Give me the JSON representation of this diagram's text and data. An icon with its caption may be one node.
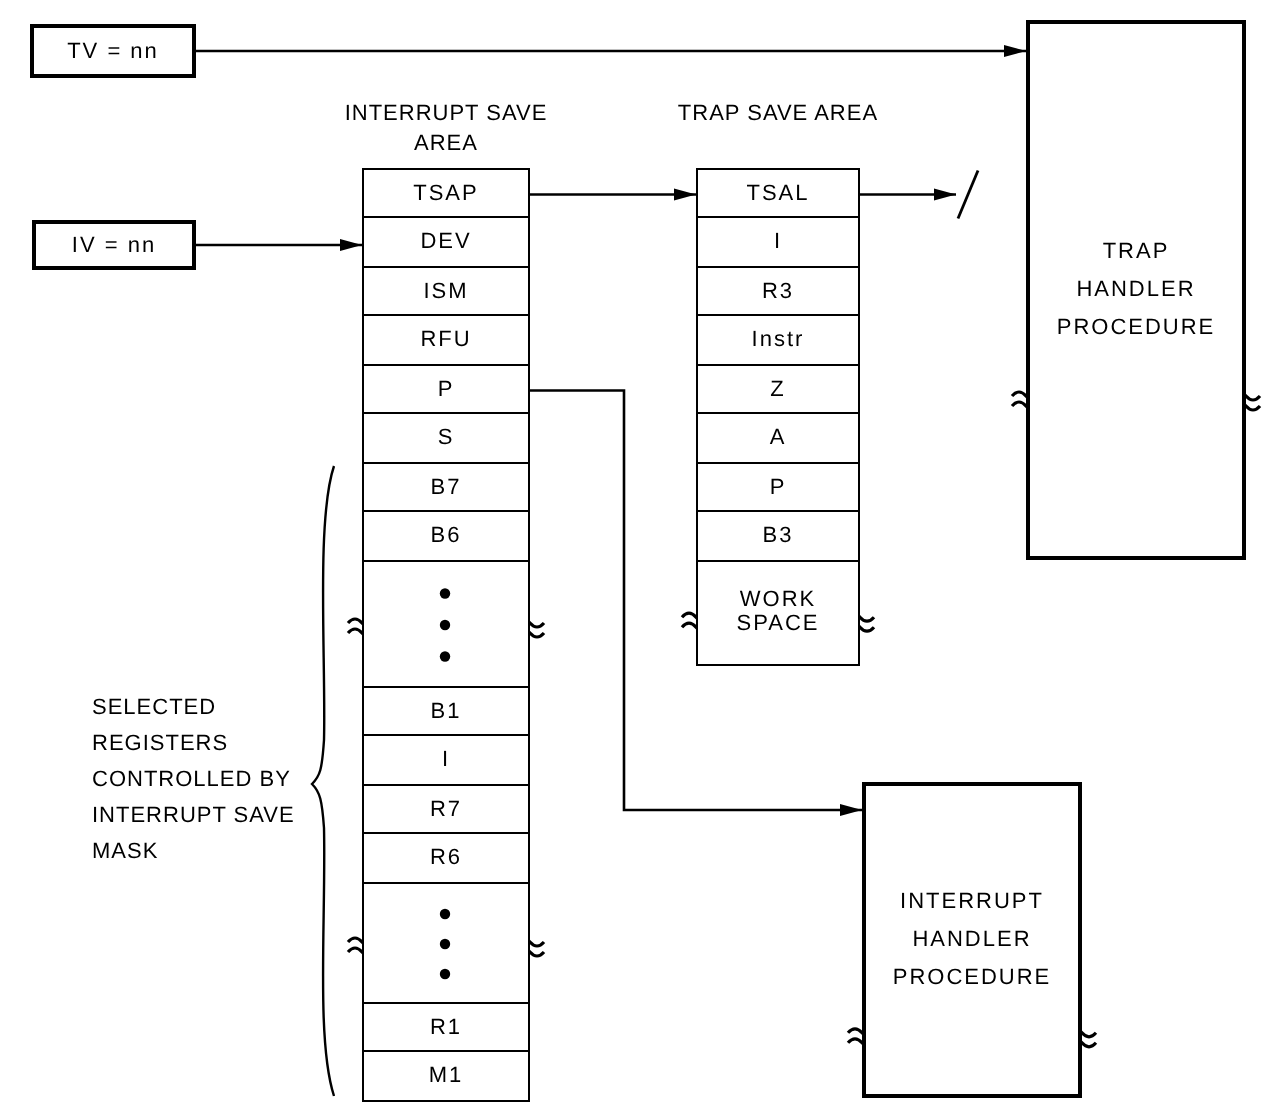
{
  "diagram": {
    "nodes": [
      {
        "text": [
          "TV = nn"
        ]
      },
      {
        "text": [
          "IV = nn"
        ]
      },
      {
        "text": [
          "INTERRUPT SAVE AREA"
        ]
      },
      {
        "text": [
          "TSAP"
        ],
        "in": 2
      },
      {
        "text": [
          "DEV"
        ],
        "in": 2
      },
      {
        "text": [
          "ISM"
        ],
        "in": 2
      },
      {
        "text": [
          "RFU"
        ],
        "in": 2
      },
      {
        "text": [
          "P"
        ],
        "in": 2
      },
      {
        "text": [
          "S"
        ],
        "in": 2
      },
      {
        "text": [
          "B7"
        ],
        "in": 2
      },
      {
        "text": [
          "B6"
        ],
        "in": 2
      },
      {
        "text": [],
        "shape": "box",
        "in": 2
      },
      {
        "text": [
          "B1"
        ],
        "in": 2
      },
      {
        "text": [
          "I"
        ],
        "in": 2
      },
      {
        "text": [
          "R7"
        ],
        "in": 2
      },
      {
        "text": [
          "R6"
        ],
        "in": 2
      },
      {
        "text": [],
        "shape": "box",
        "in": 2
      },
      {
        "text": [
          "R1"
        ],
        "in": 2
      },
      {
        "text": [
          "M1"
        ],
        "in": 2
      },
      {
        "text": [
          "TRAP SAVE AREA"
        ]
      },
      {
        "text": [
          "TSAL"
        ],
        "in": 19
      },
      {
        "text": [
          "I"
        ],
        "in": 19
      },
      {
        "text": [
          "R3"
        ],
        "in": 19
      },
      {
        "text": [
          "Instr"
        ],
        "in": 19
      },
      {
        "text": [
          "Z"
        ],
        "in": 19
      },
      {
        "text": [
          "A"
        ],
        "in": 19
      },
      {
        "text": [
          "P"
        ],
        "in": 19
      },
      {
        "text": [
          "B3"
        ],
        "in": 19
      },
      {
        "text": [
          "WORK SPACE"
        ],
        "in": 19
      },
      {
        "text": [
          "TRAP HANDLER PROCEDURE"
        ]
      },
      {
        "text": [
          "INTERRUPT HANDLER PROCEDURE"
        ]
      }
    ],
    "edges": [
      {
        "from": 0,
        "to": 29,
        "arrow": "to"
      },
      {
        "from": 1,
        "to": 4,
        "arrow": "to"
      },
      {
        "from": 3,
        "to": 20,
        "arrow": "to"
      },
      {
        "from": 20,
        "to": null,
        "arrow": "to"
      },
      {
        "from": 7,
        "to": 30,
        "arrow": "to"
      }
    ],
    "labels": [
      "SELECTED REGISTERS CONTROLLED BY INTERRUPT SAVE MASK"
    ]
  }
}
